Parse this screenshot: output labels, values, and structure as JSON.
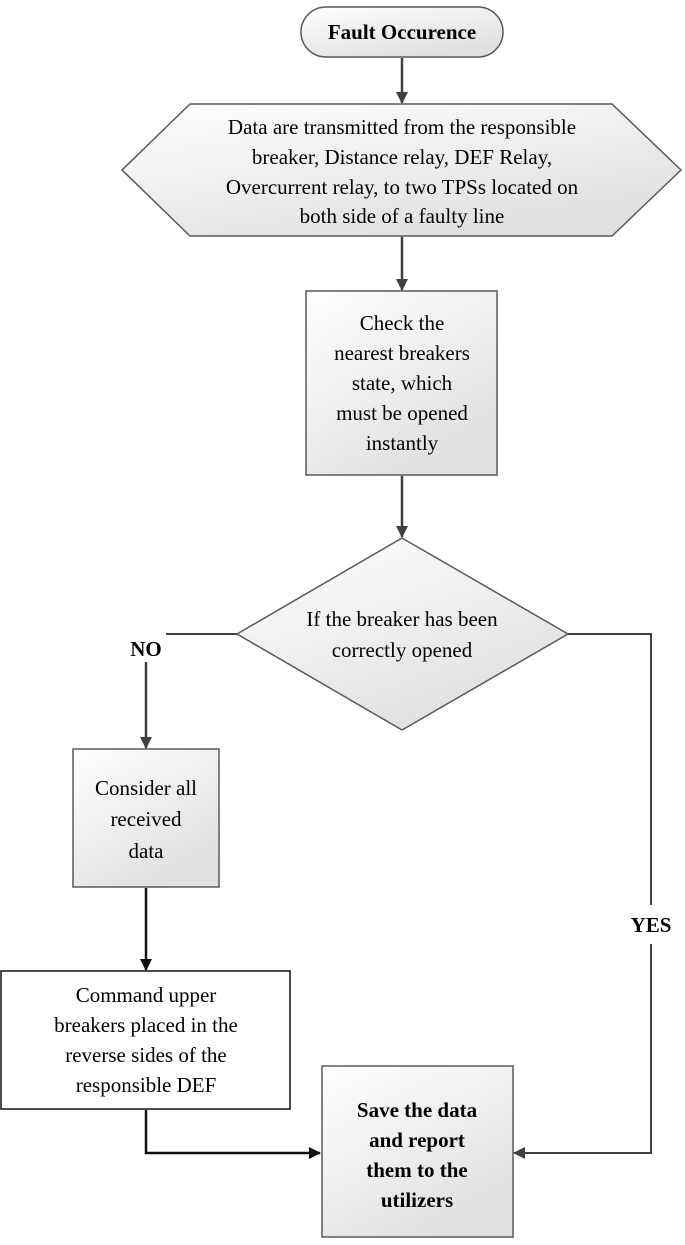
{
  "flowchart": {
    "start": {
      "label": "Fault Occurence"
    },
    "transmit": {
      "lines": [
        "Data are transmitted from the responsible",
        "breaker, Distance relay, DEF Relay,",
        "Overcurrent relay, to two TPSs located on",
        "both side of a faulty line"
      ]
    },
    "check": {
      "lines": [
        "Check the",
        "nearest breakers",
        "state, which",
        "must be opened",
        "instantly"
      ]
    },
    "decision": {
      "lines": [
        "If the breaker has been",
        "correctly opened"
      ]
    },
    "consider": {
      "lines": [
        "Consider all",
        "received",
        "data"
      ]
    },
    "command": {
      "lines": [
        "Command upper",
        "breakers placed in the",
        "reverse sides of the",
        "responsible DEF"
      ]
    },
    "save": {
      "lines": [
        "Save the data",
        "and report",
        "them to the",
        "utilizers"
      ]
    },
    "branches": {
      "no": "NO",
      "yes": "YES"
    }
  },
  "colors": {
    "stroke": "#595959",
    "arrow": "#404040",
    "fill_gradient_start": "#ffffff",
    "fill_gradient_end": "#e2e2e2"
  }
}
